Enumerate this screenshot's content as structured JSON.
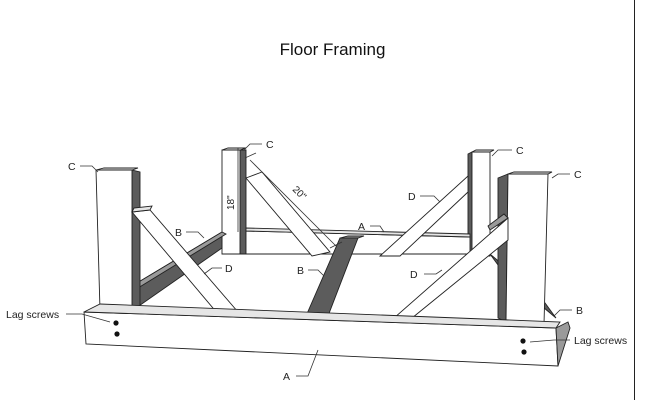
{
  "title": "Floor Framing",
  "dimensions": {
    "height": "18\"",
    "diagonal": "20\""
  },
  "labels": {
    "a": "A",
    "b": "B",
    "c": "C",
    "d": "D",
    "lag_screws": "Lag screws"
  },
  "colors": {
    "lumber_face": "#ffffff",
    "lumber_top": "#e6e6e6",
    "lumber_side": "#5c5c5c",
    "lumber_side_light": "#9a9a9a",
    "line": "#222222"
  }
}
